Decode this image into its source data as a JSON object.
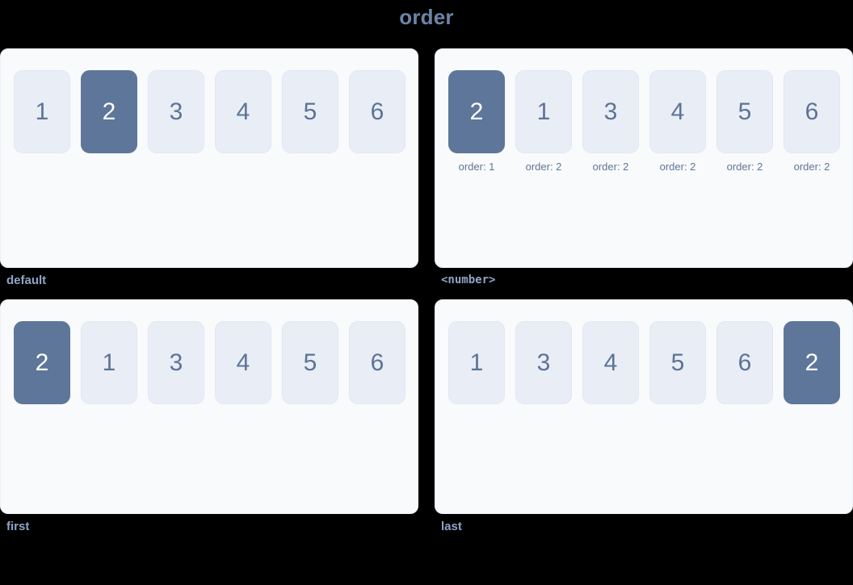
{
  "page": {
    "title": "order",
    "background_color": "#000000",
    "title_color": "#6c84a8",
    "accent_color": "#5e7699",
    "item_color": "#e9edf6",
    "item_text_color": "#5c7396",
    "label_color": "#8fa5c6",
    "panel_color": "#f8fafc"
  },
  "panels": [
    {
      "label": "default",
      "label_style": "sans",
      "items": [
        {
          "value": "1",
          "highlight": false,
          "note": ""
        },
        {
          "value": "2",
          "highlight": true,
          "note": ""
        },
        {
          "value": "3",
          "highlight": false,
          "note": ""
        },
        {
          "value": "4",
          "highlight": false,
          "note": ""
        },
        {
          "value": "5",
          "highlight": false,
          "note": ""
        },
        {
          "value": "6",
          "highlight": false,
          "note": ""
        }
      ]
    },
    {
      "label": "<number>",
      "label_style": "mono",
      "items": [
        {
          "value": "2",
          "highlight": true,
          "note": "order: 1"
        },
        {
          "value": "1",
          "highlight": false,
          "note": "order: 2"
        },
        {
          "value": "3",
          "highlight": false,
          "note": "order: 2"
        },
        {
          "value": "4",
          "highlight": false,
          "note": "order: 2"
        },
        {
          "value": "5",
          "highlight": false,
          "note": "order: 2"
        },
        {
          "value": "6",
          "highlight": false,
          "note": "order: 2"
        }
      ]
    },
    {
      "label": "first",
      "label_style": "sans",
      "items": [
        {
          "value": "2",
          "highlight": true,
          "note": ""
        },
        {
          "value": "1",
          "highlight": false,
          "note": ""
        },
        {
          "value": "3",
          "highlight": false,
          "note": ""
        },
        {
          "value": "4",
          "highlight": false,
          "note": ""
        },
        {
          "value": "5",
          "highlight": false,
          "note": ""
        },
        {
          "value": "6",
          "highlight": false,
          "note": ""
        }
      ]
    },
    {
      "label": "last",
      "label_style": "sans",
      "items": [
        {
          "value": "1",
          "highlight": false,
          "note": ""
        },
        {
          "value": "3",
          "highlight": false,
          "note": ""
        },
        {
          "value": "4",
          "highlight": false,
          "note": ""
        },
        {
          "value": "5",
          "highlight": false,
          "note": ""
        },
        {
          "value": "6",
          "highlight": false,
          "note": ""
        },
        {
          "value": "2",
          "highlight": true,
          "note": ""
        }
      ]
    }
  ]
}
